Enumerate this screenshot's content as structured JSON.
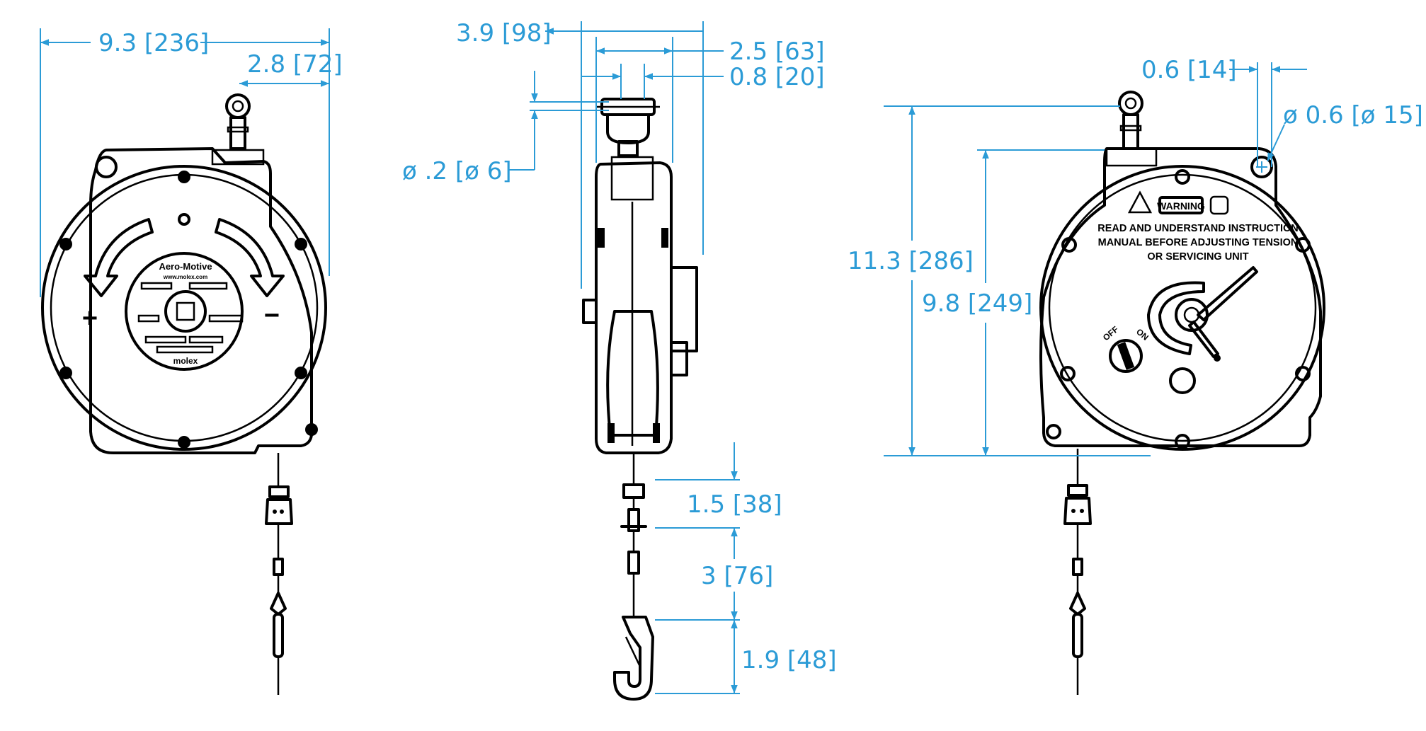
{
  "colors": {
    "dimension": "#2b9bd6",
    "ink": "#000000",
    "background": "#ffffff"
  },
  "front_view": {
    "brand": "Aero-Motive",
    "website": "www.molex.com",
    "maker_logo": "molex",
    "plus_symbol": "+",
    "minus_symbol": "−"
  },
  "rear_view": {
    "warning_badge": "WARNING",
    "instruction_lines": [
      "READ AND UNDERSTAND INSTRUCTION",
      "MANUAL BEFORE ADJUSTING TENSION",
      "OR SERVICING UNIT"
    ],
    "switch_off": "OFF",
    "switch_on": "ON"
  },
  "dimensions": {
    "overall_width": "9.3 [236]",
    "swivel_offset": "2.8 [72]",
    "depth_total": "3.9 [98]",
    "depth_housing": "2.5 [63]",
    "eye_width": "0.8 [20]",
    "shackle_pin": "ø .2 [ø 6]",
    "cable_stop": "1.5 [38]",
    "cable_travel": "3 [76]",
    "hook_length": "1.9 [48]",
    "mount_offset": "0.6 [14]",
    "mount_hole": "ø 0.6 [ø 15]",
    "overall_height": "11.3 [286]",
    "body_height": "9.8 [249]"
  }
}
